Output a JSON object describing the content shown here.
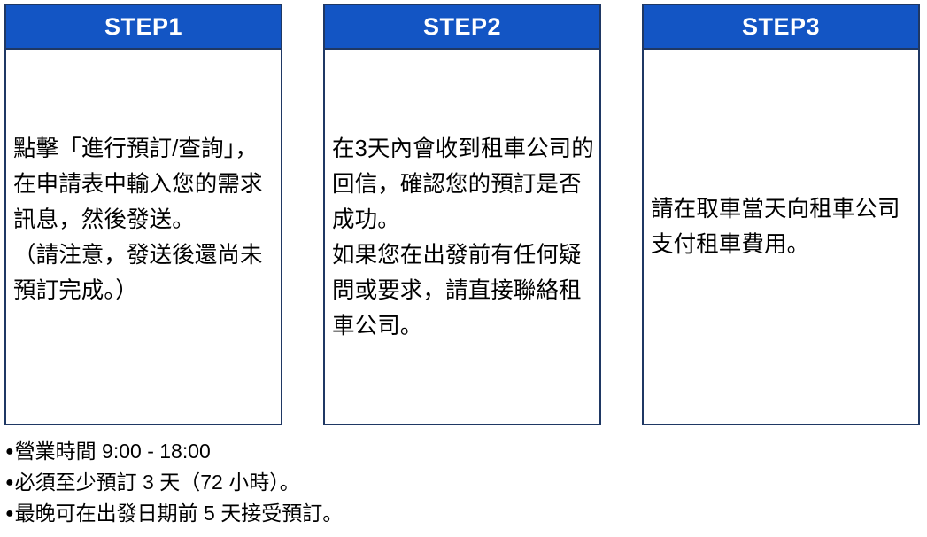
{
  "theme": {
    "header_blue": "#1355C4",
    "border_navy": "#1F3864",
    "page_background": "#FFFFFF",
    "text_color": "#000000"
  },
  "steps": [
    {
      "id": "step1",
      "title": "STEP1",
      "body": "點擊「進行預訂/查詢」，在申請表中輸入您的需求訊息，然後發送。\n（請注意，發送後還尚未預訂完成。）"
    },
    {
      "id": "step2",
      "title": "STEP2",
      "body": "在3天內會收到租車公司的回信，確認您的預訂是否成功。\n如果您在出發前有任何疑問或要求，請直接聯絡租車公司。"
    },
    {
      "id": "step3",
      "title": "STEP3",
      "body": "請在取車當天向租車公司支付租車費用。"
    }
  ],
  "notes": {
    "bullet": "●",
    "items": [
      "營業時間 9:00 - 18:00",
      "必須至少預訂 3 天（72 小時）。",
      "最晚可在出發日期前 5 天接受預訂。"
    ]
  }
}
